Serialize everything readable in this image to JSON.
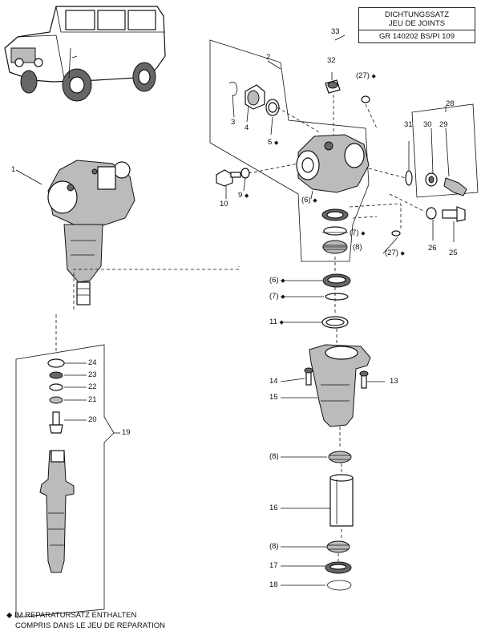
{
  "kit_box": {
    "number": "33",
    "line1": "DICHTUNGSSATZ",
    "line2": "JEU DE JOINTS",
    "line3": "GR 140202  BS/PI 109"
  },
  "footnote": {
    "symbol": "◆",
    "line1": "IM REPARATURSATZ ENTHALTEN",
    "line2": "COMPRIS DANS LE JEU DE REPARATION"
  },
  "labels": {
    "n1": "1",
    "n2": "2",
    "n3": "3",
    "n4": "4",
    "n5": "5",
    "n6": "(6)",
    "n7": "(7)",
    "n8": "(8)",
    "n9": "9",
    "n10": "10",
    "n11": "11",
    "n13": "13",
    "n14": "14",
    "n15": "15",
    "n16": "16",
    "n17": "17",
    "n18": "18",
    "n19": "19",
    "n20": "20",
    "n21": "21",
    "n22": "22",
    "n23": "23",
    "n24": "24",
    "n25": "25",
    "n26": "26",
    "n27": "(27)",
    "n28": "28",
    "n29": "29",
    "n30": "30",
    "n31": "31",
    "n32": "32"
  }
}
